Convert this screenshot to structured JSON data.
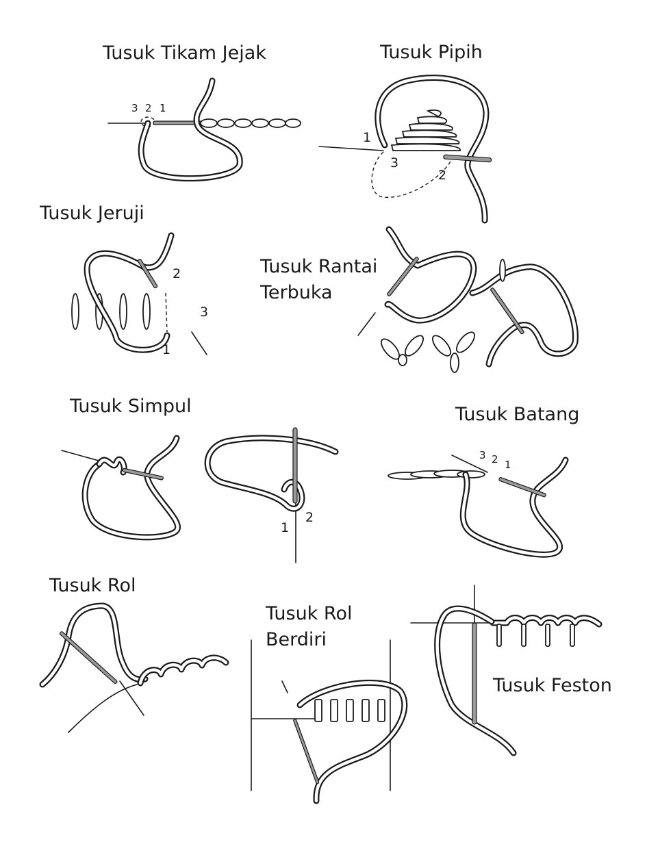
{
  "stitches": [
    {
      "id": "tikam-jejak",
      "title": "Tusuk Tikam Jejak",
      "step_labels": [
        "3",
        "2",
        "1"
      ]
    },
    {
      "id": "pipih",
      "title": "Tusuk Pipih",
      "step_labels": [
        "1",
        "3",
        "2"
      ]
    },
    {
      "id": "jeruji",
      "title": "Tusuk Jeruji",
      "step_labels": [
        "2",
        "3",
        "1"
      ]
    },
    {
      "id": "rantai-terbuka",
      "title_lines": [
        "Tusuk Rantai",
        "Terbuka"
      ]
    },
    {
      "id": "simpul",
      "title": "Tusuk Simpul",
      "step_labels": [
        "2",
        "1"
      ]
    },
    {
      "id": "batang",
      "title": "Tusuk Batang",
      "step_labels": [
        "3",
        "2",
        "1"
      ]
    },
    {
      "id": "rol",
      "title": "Tusuk Rol"
    },
    {
      "id": "rol-berdiri",
      "title_lines": [
        "Tusuk Rol",
        "Berdiri"
      ]
    },
    {
      "id": "feston",
      "title": "Tusuk Feston"
    }
  ]
}
